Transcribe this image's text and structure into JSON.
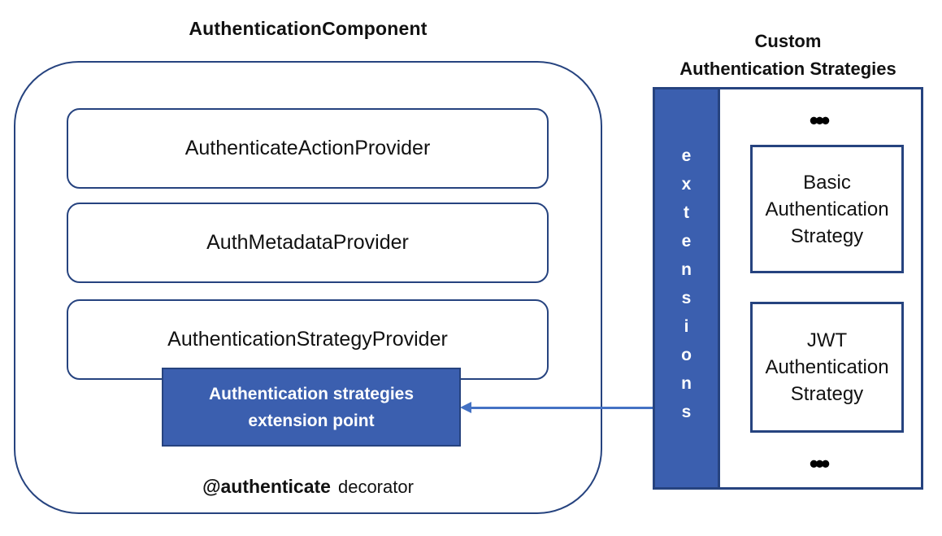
{
  "colors": {
    "outline": "#26437F",
    "blue_fill": "#3B5FAF",
    "arrow": "#4472C4",
    "text": "#111111",
    "text_on_blue": "#FFFFFF"
  },
  "component": {
    "title": "AuthenticationComponent",
    "providers": [
      "AuthenticateActionProvider",
      "AuthMetadataProvider",
      "AuthenticationStrategyProvider"
    ],
    "extension_point_label": "Authentication strategies\nextension point",
    "decorator_name": "@authenticate",
    "decorator_word": "decorator"
  },
  "custom_strategies": {
    "title": "Custom\nAuthentication Strategies",
    "extensions_label": "extensions",
    "ellipsis": "•••",
    "strategy_boxes": [
      "Basic\nAuthentication\nStrategy",
      "JWT\nAuthentication\nStrategy"
    ]
  }
}
